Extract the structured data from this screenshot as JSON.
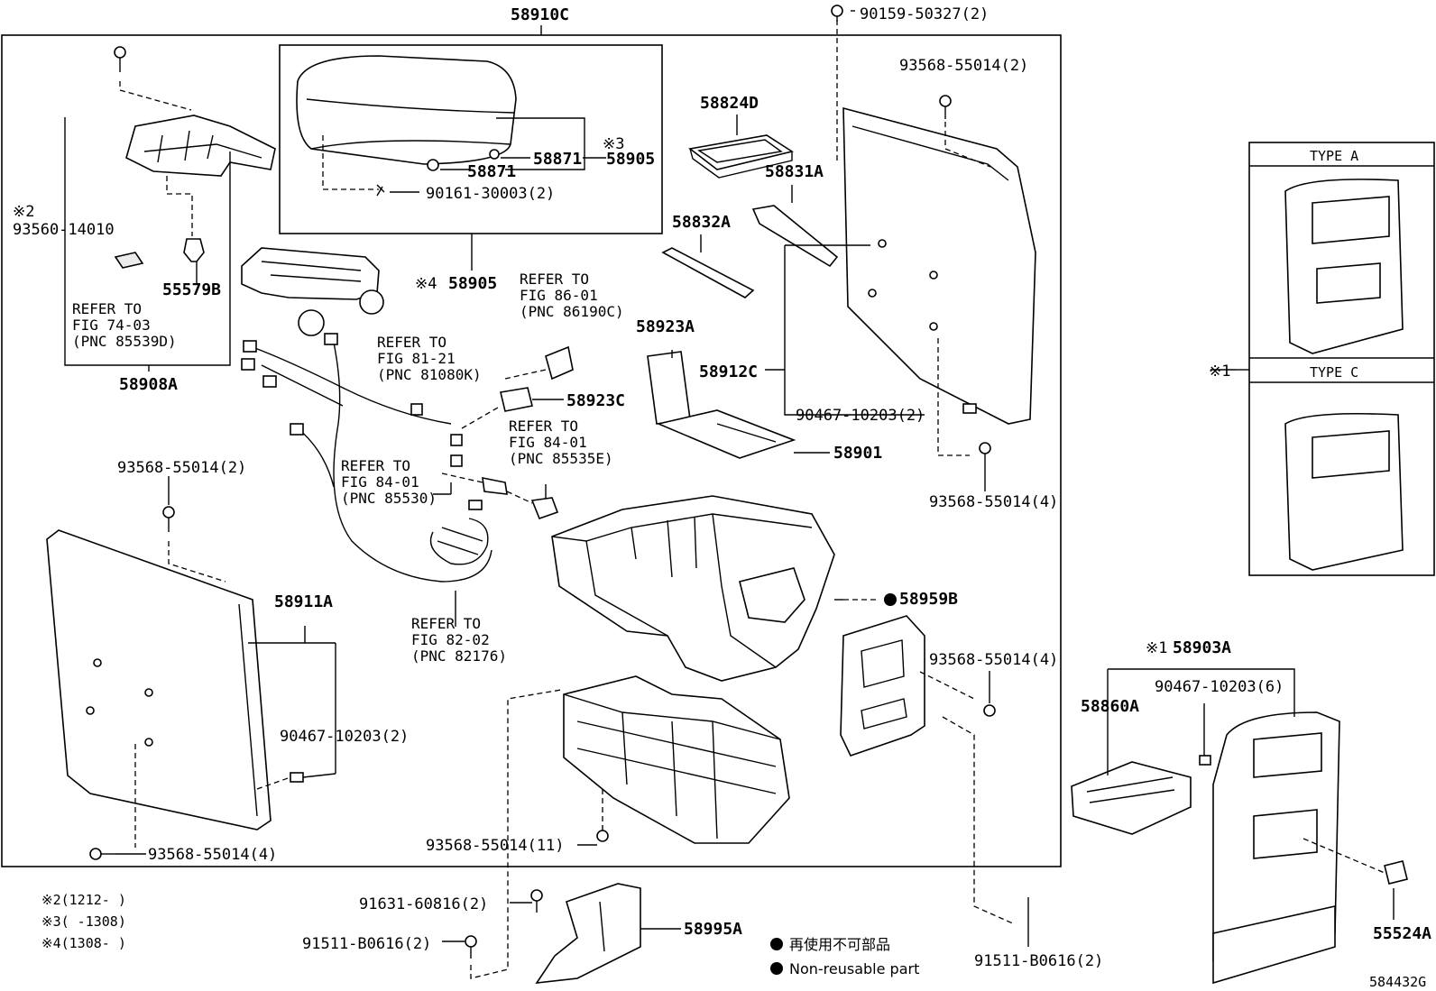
{
  "labels": {
    "p58910C": "58910C",
    "p90159": "90159-50327(2)",
    "p93568_2_top": "93568-55014(2)",
    "p58824D": "58824D",
    "p58871_a": "58871",
    "p58871_b": "58871",
    "p58905_top": "58905",
    "p90161": "90161-30003(2)",
    "p58905_mid": "58905",
    "p58831A": "58831A",
    "p58832A": "58832A",
    "p58923A": "58923A",
    "p58912C": "58912C",
    "p93560": "93560-14010",
    "p55579B": "55579B",
    "p58908A": "58908A",
    "p58923C": "58923C",
    "p90467_2_right": "90467-10203(2)",
    "p58901": "58901",
    "p93568_4_right": "93568-55014(4)",
    "p93568_2_left": "93568-55014(2)",
    "p58911A": "58911A",
    "p58959B": "58959B",
    "p93568_4_mid": "93568-55014(4)",
    "p90467_2_left": "90467-10203(2)",
    "p93568_4_bottom": "93568-55014(4)",
    "p93568_11": "93568-55014(11)",
    "p58903A": "58903A",
    "p90467_6": "90467-10203(6)",
    "p58860A": "58860A",
    "p91631": "91631-60816(2)",
    "p58995A": "58995A",
    "p91511_left": "91511-B0616(2)",
    "p91511_right": "91511-B0616(2)",
    "p55524A": "55524A",
    "drawing_no": "584432G"
  },
  "markers": {
    "m1": "※1",
    "m1_58903": "※1",
    "m2": "※2",
    "m3": "※3",
    "m4": "※4"
  },
  "refs": {
    "r74_l1": "REFER TO",
    "r74_l2": "FIG 74-03",
    "r74_l3": "(PNC 85539D)",
    "r86_l1": "REFER TO",
    "r86_l2": "FIG 86-01",
    "r86_l3": "(PNC 86190C)",
    "r81_l1": "REFER TO",
    "r81_l2": "FIG 81-21",
    "r81_l3": "(PNC 81080K)",
    "r84e_l1": "REFER TO",
    "r84e_l2": "FIG 84-01",
    "r84e_l3": "(PNC 85535E)",
    "r84_l1": "REFER TO",
    "r84_l2": "FIG 84-01",
    "r84_l3": "(PNC 85530)",
    "r82_l1": "REFER TO",
    "r82_l2": "FIG 82-02",
    "r82_l3": "(PNC 82176)"
  },
  "types": {
    "type_a": "TYPE  A",
    "type_c": "TYPE  C"
  },
  "notes": {
    "n2": "※2(1212-    )",
    "n3": "※3(    -1308)",
    "n4": "※4(1308-    )"
  },
  "legend": {
    "jp": "再使用不可部品",
    "en": "Non-reusable part"
  }
}
